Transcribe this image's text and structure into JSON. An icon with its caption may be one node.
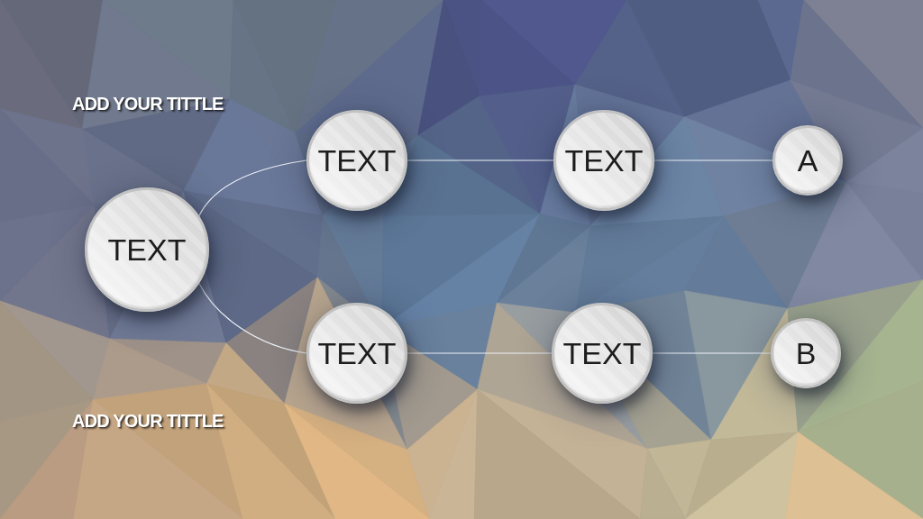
{
  "diagram": {
    "nodes": [
      {
        "text": [
          "TEXT"
        ]
      },
      {
        "text": [
          "TEXT"
        ]
      },
      {
        "text": [
          "TEXT"
        ]
      },
      {
        "text": [
          "A"
        ]
      },
      {
        "text": [
          "TEXT"
        ]
      },
      {
        "text": [
          "TEXT"
        ]
      },
      {
        "text": [
          "B"
        ]
      }
    ],
    "edges": [
      {
        "from": 0,
        "to": 1,
        "arrow": "none"
      },
      {
        "from": 1,
        "to": 2,
        "arrow": "none"
      },
      {
        "from": 2,
        "to": 3,
        "arrow": "none"
      },
      {
        "from": 0,
        "to": 4,
        "arrow": "none"
      },
      {
        "from": 4,
        "to": 5,
        "arrow": "none"
      },
      {
        "from": 5,
        "to": 6,
        "arrow": "none"
      }
    ],
    "labels": [
      "ADD YOUR TITTLE",
      "ADD YOUR TITTLE"
    ]
  }
}
